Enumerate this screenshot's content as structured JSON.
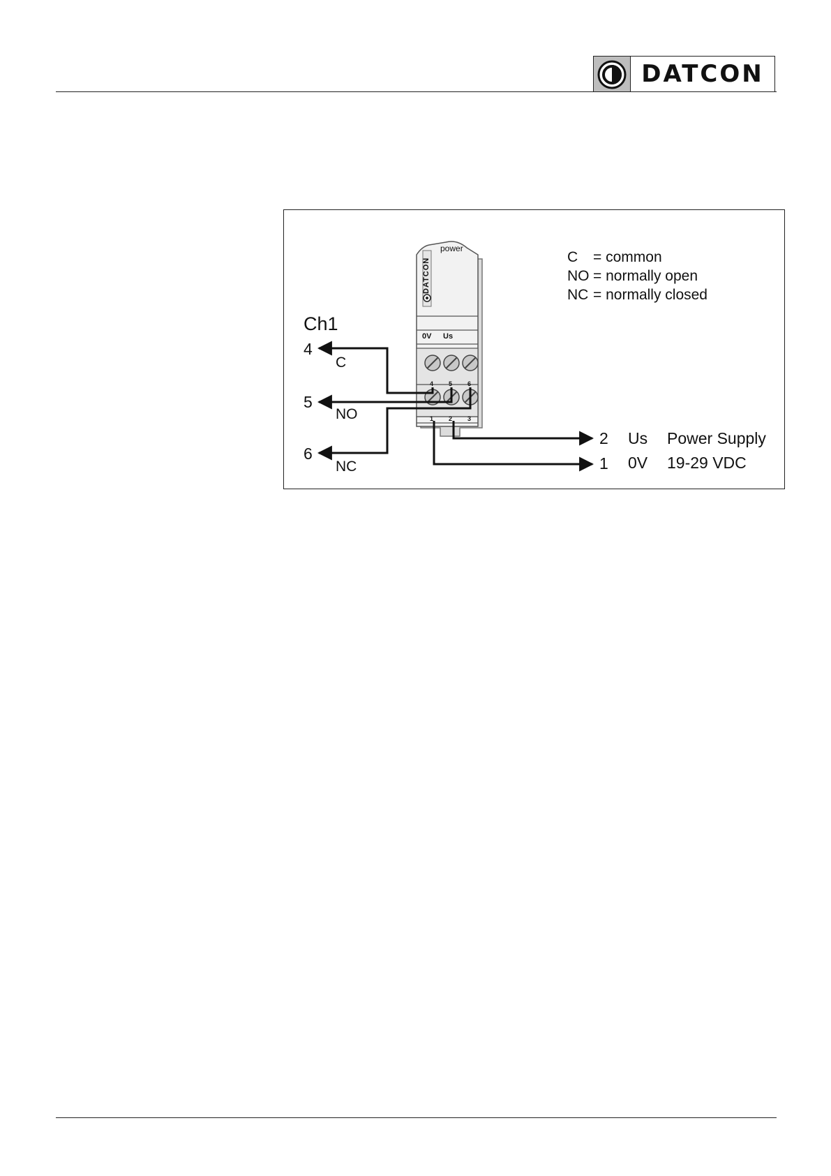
{
  "header": {
    "brand": "DATCON"
  },
  "diagram": {
    "device": {
      "top_label": "power",
      "brand_vertical": "DATCON",
      "power_terminal_labels": [
        "0V",
        "Us"
      ],
      "upper_terminal_numbers": [
        "4",
        "5",
        "6"
      ],
      "lower_terminal_numbers": [
        "1",
        "2",
        "3"
      ]
    },
    "legend": [
      {
        "code": "C",
        "meaning": "= common"
      },
      {
        "code": "NO",
        "meaning": "= normally open"
      },
      {
        "code": "NC",
        "meaning": "= normally closed"
      }
    ],
    "channel": {
      "title": "Ch1",
      "outputs": [
        {
          "number": "4",
          "name": "C"
        },
        {
          "number": "5",
          "name": "NO"
        },
        {
          "number": "6",
          "name": "NC"
        }
      ]
    },
    "power": {
      "lines": [
        {
          "number": "2",
          "signal": "Us",
          "description": "Power Supply"
        },
        {
          "number": "1",
          "signal": "0V",
          "description": "19-29 VDC"
        }
      ]
    }
  },
  "colors": {
    "line": "#111111",
    "device_fill": "#f2f2f2",
    "logo_gray": "#bdbdbd"
  }
}
